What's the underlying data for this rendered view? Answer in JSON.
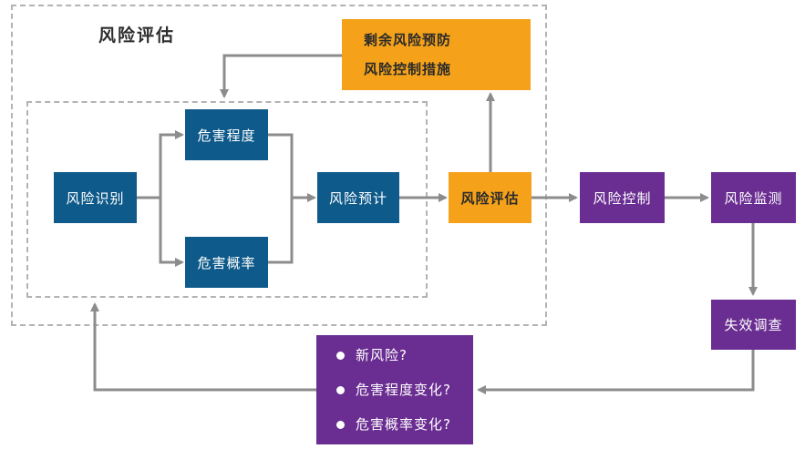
{
  "title": "风险评估",
  "nodes": {
    "identify": "风险识别",
    "severity": "危害程度",
    "probability": "危害概率",
    "estimate": "风险预计",
    "evaluate": "风险评估",
    "control": "风险控制",
    "monitor": "风险监测",
    "failure": "失效调查"
  },
  "residual": [
    "剩余风险预防",
    "风险控制措施"
  ],
  "questions": [
    "新风险?",
    "危害程度变化?",
    "危害概率变化?"
  ],
  "colors": {
    "blue": "#0e5a8a",
    "orange": "#f5a21a",
    "purple": "#6a2d91",
    "arrow": "#8c8c8c",
    "dashed": "#b3b3b3"
  }
}
